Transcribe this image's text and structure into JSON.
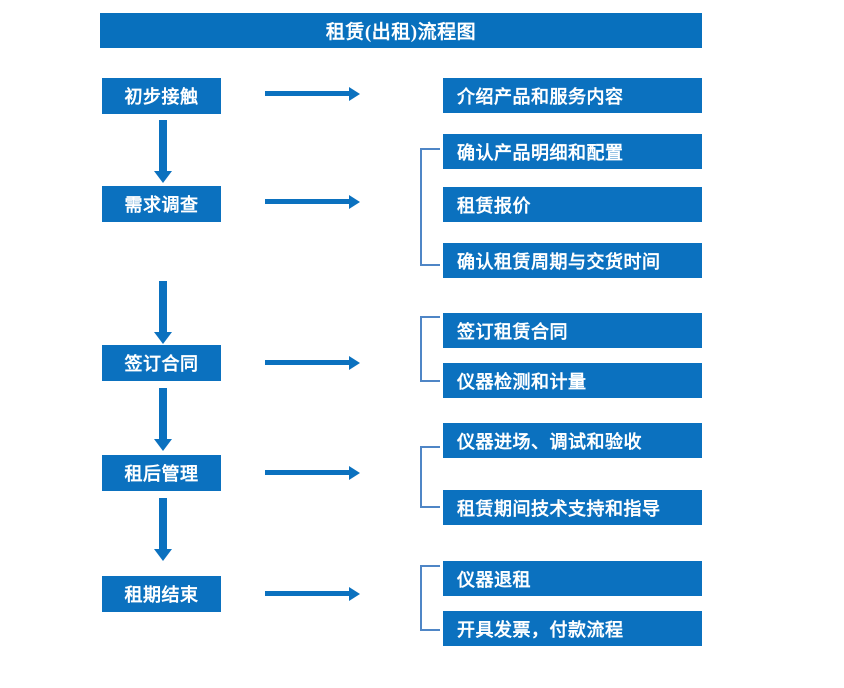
{
  "diagram": {
    "title": "租赁(出租)流程图",
    "colors": {
      "title_bar": "#0870bd",
      "node_fill": "#0b71bf",
      "node_text": "#ffffff",
      "arrow": "#0b71bf",
      "bracket": "#4f86c6",
      "background": "#ffffff"
    },
    "stages": [
      {
        "id": "stage-1",
        "label": "初步接触",
        "details": [
          {
            "id": "detail-1-1",
            "label": "介绍产品和服务内容"
          }
        ],
        "bracketed": false
      },
      {
        "id": "stage-2",
        "label": "需求调查",
        "details": [
          {
            "id": "detail-2-1",
            "label": "确认产品明细和配置"
          },
          {
            "id": "detail-2-2",
            "label": "租赁报价"
          },
          {
            "id": "detail-2-3",
            "label": "确认租赁周期与交货时间"
          }
        ],
        "bracketed": true
      },
      {
        "id": "stage-3",
        "label": "签订合同",
        "details": [
          {
            "id": "detail-3-1",
            "label": "签订租赁合同"
          },
          {
            "id": "detail-3-2",
            "label": "仪器检测和计量"
          }
        ],
        "bracketed": true
      },
      {
        "id": "stage-4",
        "label": "租后管理",
        "details": [
          {
            "id": "detail-4-1",
            "label": "仪器进场、调试和验收"
          },
          {
            "id": "detail-4-2",
            "label": "租赁期间技术支持和指导"
          }
        ],
        "bracketed": true
      },
      {
        "id": "stage-5",
        "label": "租期结束",
        "details": [
          {
            "id": "detail-5-1",
            "label": "仪器退租"
          },
          {
            "id": "detail-5-2",
            "label": "开具发票，付款流程"
          }
        ],
        "bracketed": true
      }
    ]
  }
}
